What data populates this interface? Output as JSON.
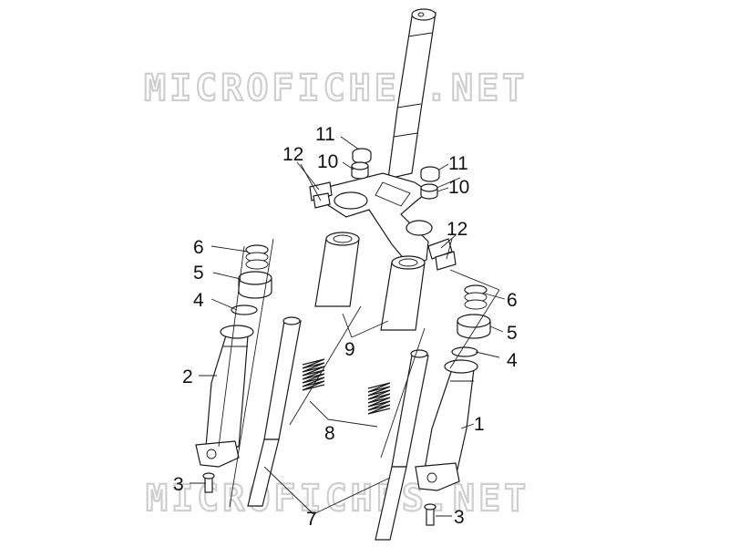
{
  "watermark": {
    "top": "MICROFICHES.NET",
    "bottom": "MICROFICHES.NET",
    "color": "#cfcfcf"
  },
  "callouts": {
    "c1": "1",
    "c2": "2",
    "c3_left": "3",
    "c3_right": "3",
    "c4_left": "4",
    "c4_right": "4",
    "c5_left": "5",
    "c5_right": "5",
    "c6_left": "6",
    "c6_right": "6",
    "c7": "7",
    "c8": "8",
    "c9": "9",
    "c10_left": "10",
    "c10_right": "10",
    "c11_left": "11",
    "c11_right": "11",
    "c12_left": "12",
    "c12_right": "12"
  },
  "colors": {
    "line": "#1a1a1a",
    "background": "#ffffff"
  }
}
